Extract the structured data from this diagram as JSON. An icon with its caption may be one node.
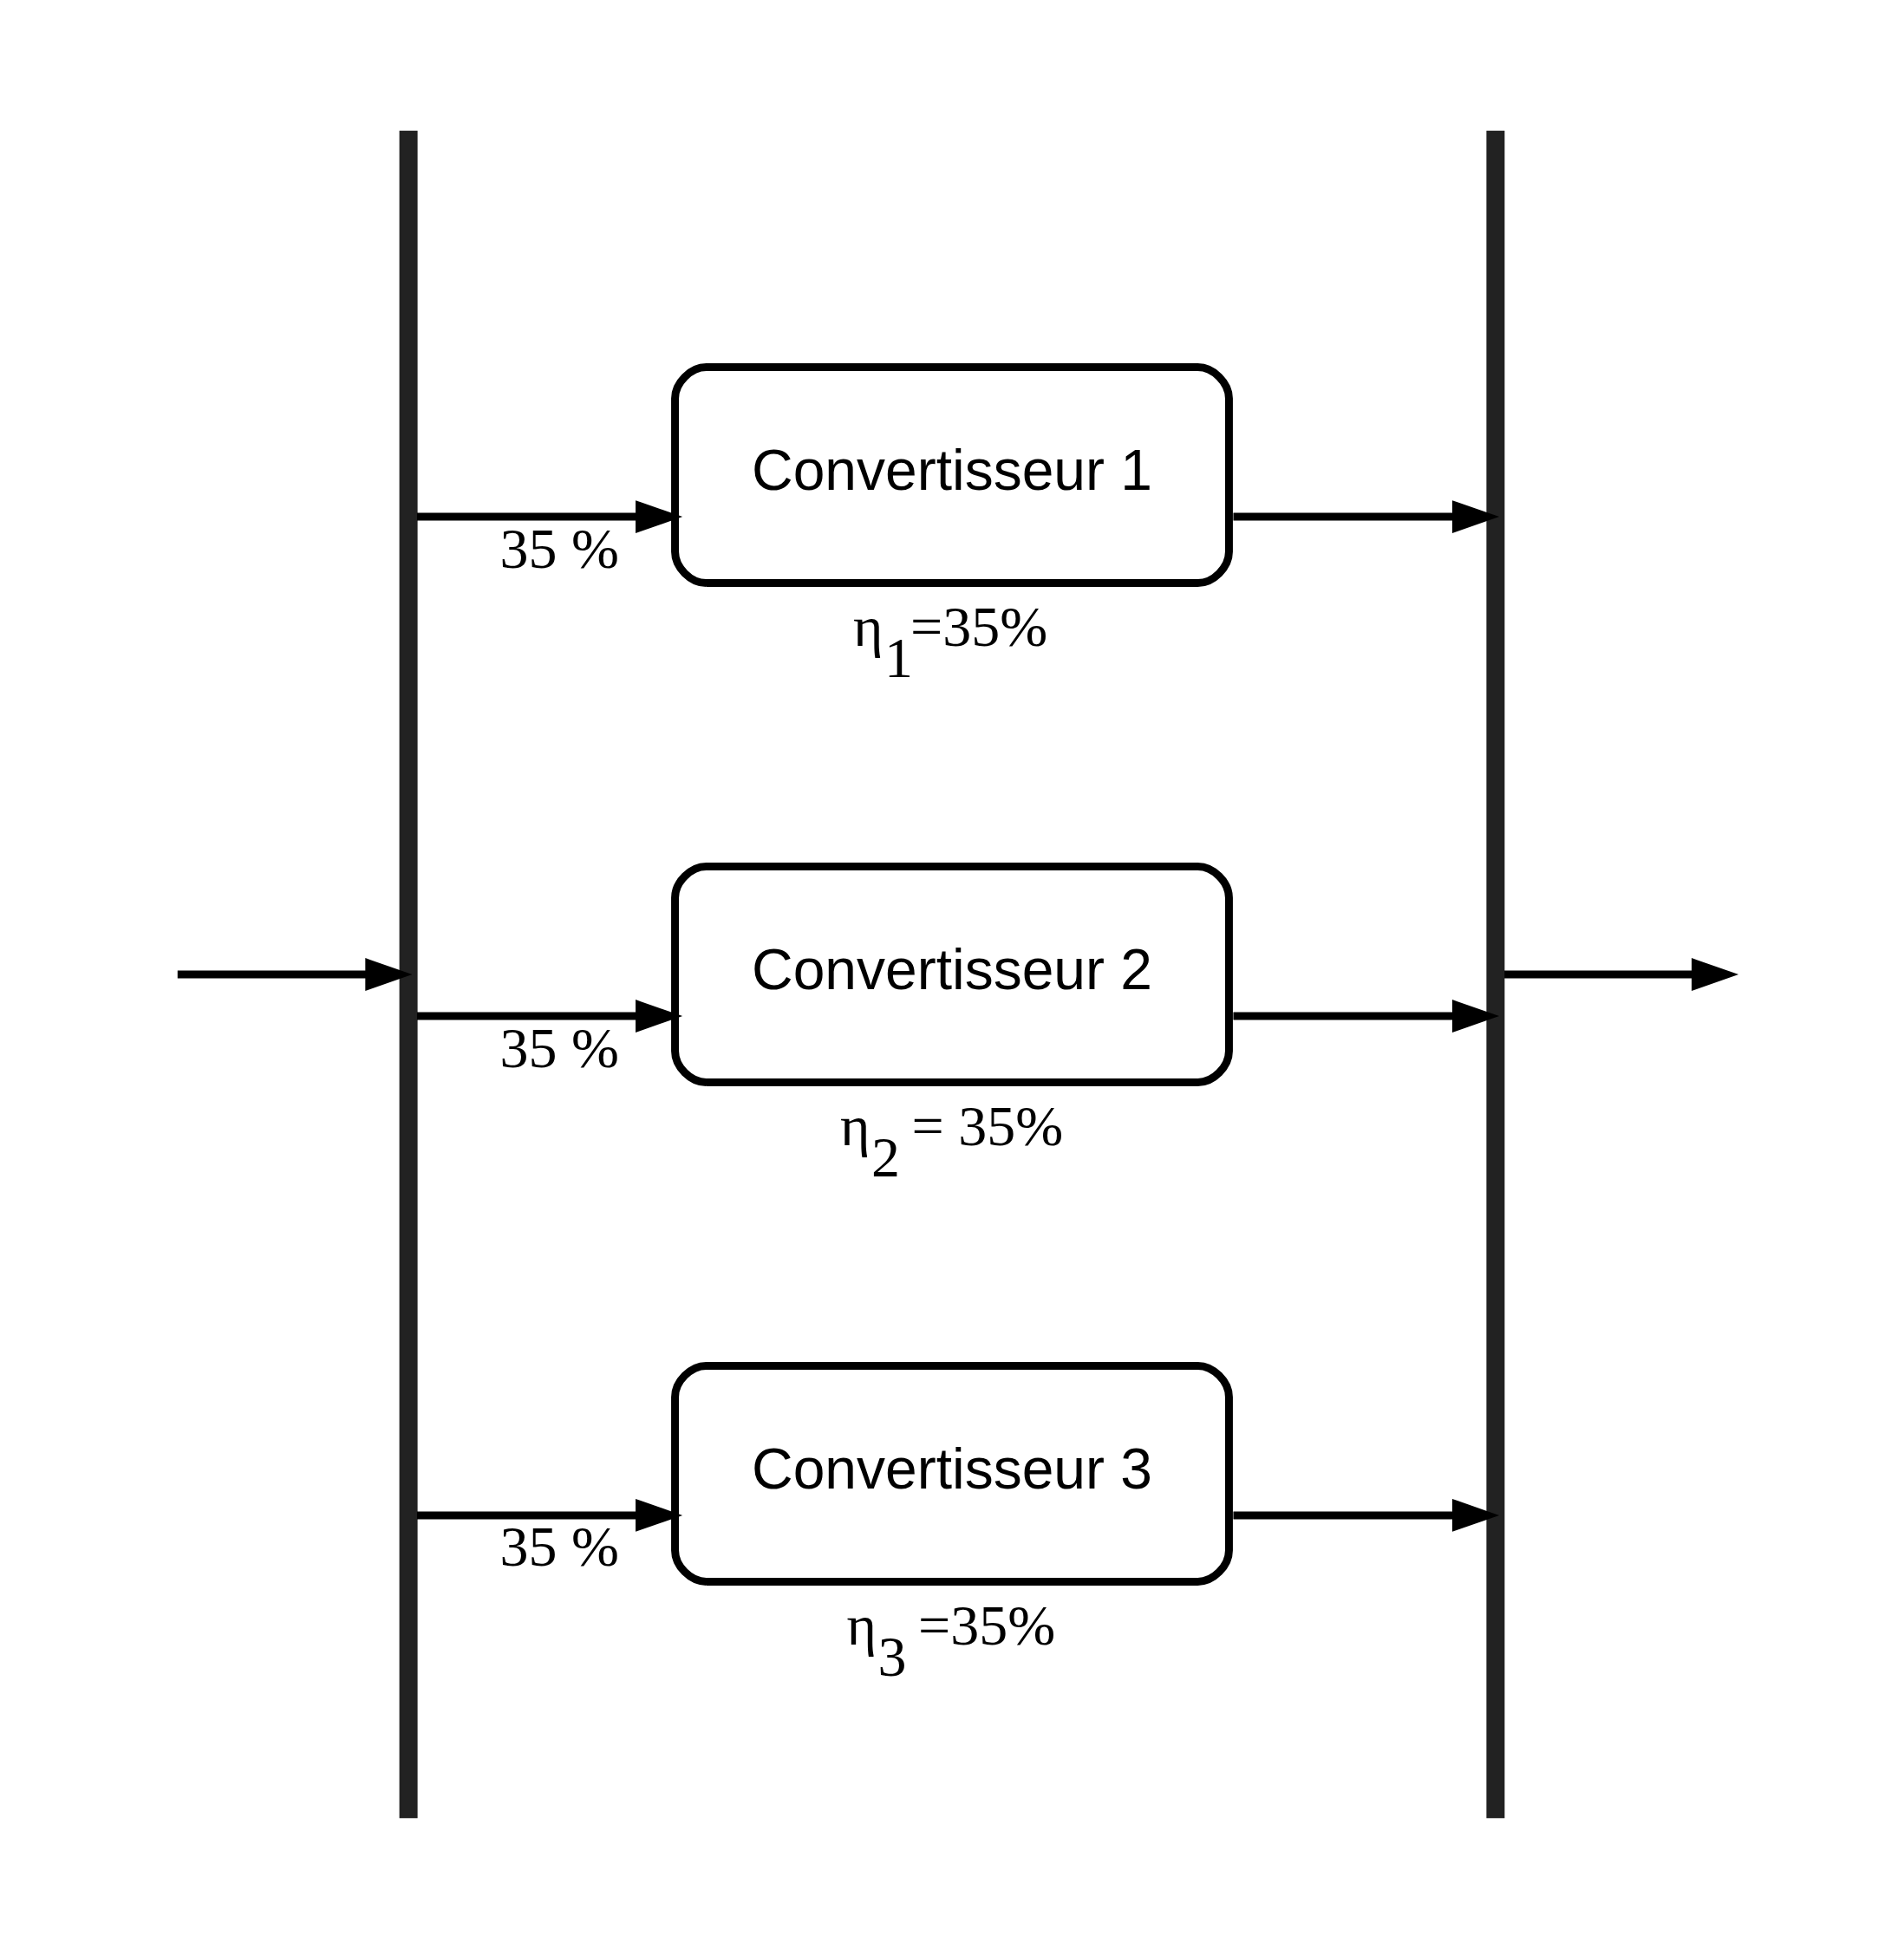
{
  "diagram": {
    "nodes": [
      {
        "text": [],
        "shape": "bar"
      },
      {
        "text": [
          "Convertisseur 1"
        ],
        "beside": [
          "η$_{1}$=35%"
        ]
      },
      {
        "text": [
          "Convertisseur 2"
        ],
        "beside": [
          "η$_{2}$ = 35%"
        ]
      },
      {
        "text": [
          "Convertisseur 3"
        ],
        "beside": [
          "η$_{3}$ =35%"
        ]
      },
      {
        "text": [],
        "shape": "bar"
      }
    ],
    "edges": [
      {
        "from": null,
        "to": 0,
        "arrow": "to"
      },
      {
        "from": 0,
        "to": 1,
        "arrow": "to",
        "label": "35 %"
      },
      {
        "from": 0,
        "to": 2,
        "arrow": "to",
        "label": "35 %"
      },
      {
        "from": 0,
        "to": 3,
        "arrow": "to",
        "label": "35 %"
      },
      {
        "from": 1,
        "to": 4,
        "arrow": "to"
      },
      {
        "from": 2,
        "to": 4,
        "arrow": "to"
      },
      {
        "from": 3,
        "to": 4,
        "arrow": "to"
      },
      {
        "from": 4,
        "to": null,
        "arrow": "to"
      }
    ]
  }
}
